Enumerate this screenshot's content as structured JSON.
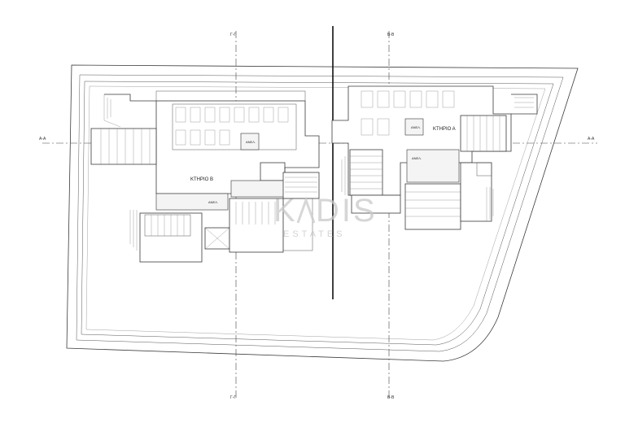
{
  "buildings": {
    "a_label": "ΚΤΗΡΙΟ Α",
    "b_label": "ΚΤΗΡΙΟ Β"
  },
  "axes": {
    "vertical_1_label": "Γ-Γ",
    "vertical_2_label": "Β-Β",
    "horizontal_label": "Α-Α"
  },
  "lift_tags": {
    "tag": "ΑΝΕΛ."
  },
  "watermark": {
    "brand_left": "K",
    "brand_right": "DIS",
    "sub": "ESTATES"
  },
  "colors": {
    "line": "#3a3a3a",
    "watermark": "#c9c9c9",
    "background": "#ffffff"
  }
}
